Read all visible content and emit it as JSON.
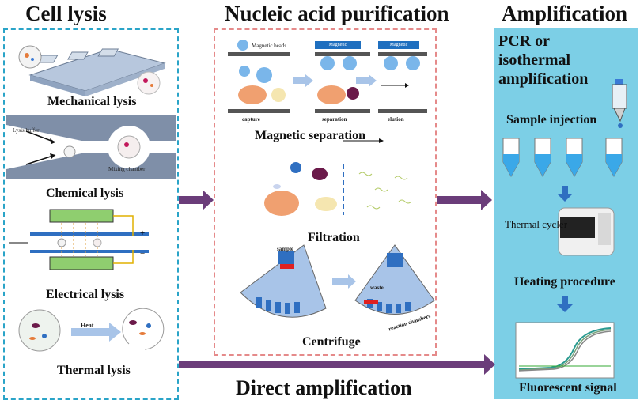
{
  "sections": {
    "cell_lysis": {
      "title": "Cell lysis",
      "methods": [
        "Mechanical lysis",
        "Chemical lysis",
        "Electrical lysis",
        "Thermal lysis"
      ],
      "chemical_labels": {
        "buffer": "Lysis buffer",
        "chamber": "Mixing chamber"
      },
      "electrical_signs": {
        "plus": "+",
        "minus": "−"
      },
      "thermal_heat": "Heat"
    },
    "purification": {
      "title": "Nucleic acid purification",
      "magnetic": {
        "beads_label": "Magnetic beads",
        "magnet_label": "Magnetic",
        "steps": [
          "capture",
          "separation",
          "elution"
        ],
        "caption": "Magnetic separation"
      },
      "filtration": {
        "caption": "Filtration"
      },
      "centrifuge": {
        "caption": "Centrifuge",
        "sample": "sample",
        "waste": "waste",
        "chambers": "reaction chambers"
      }
    },
    "amplification": {
      "title": "Amplification",
      "method": "PCR or isothermal amplification",
      "sample_injection": "Sample injection",
      "thermal_cycler": "Thermal cycler",
      "heating": "Heating procedure",
      "signal": "Fluorescent signal"
    },
    "direct": {
      "label": "Direct amplification"
    }
  },
  "colors": {
    "lysis_border": "#2aa4c8",
    "purification_border": "#e58a8a",
    "amplification_bg": "#7ccfe6",
    "arrow": "#6b3d7a",
    "flow_arrow": "#a8c4e8",
    "blue_dark": "#1f6fbf"
  }
}
